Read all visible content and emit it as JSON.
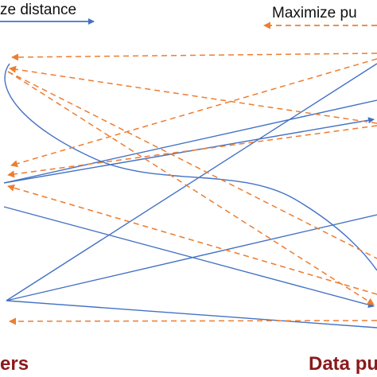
{
  "legend": {
    "minimize_label": "ze distance",
    "maximize_label": "Maximize pu",
    "minimize_color": "#4472c4",
    "maximize_color": "#ed7d31"
  },
  "labels": {
    "left_group": "ers",
    "right_group": "Data pu"
  },
  "colors": {
    "blue_line": "#4472c4",
    "orange_line": "#ed7d31",
    "label_red": "#8b1a1a"
  }
}
